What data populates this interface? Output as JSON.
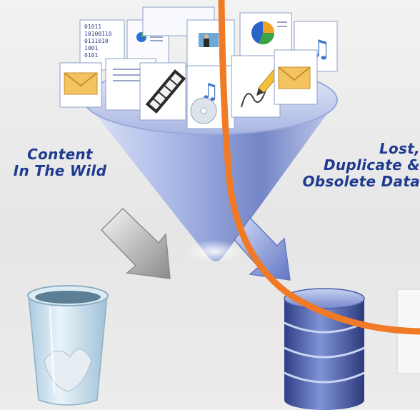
{
  "labels": {
    "content_wild": [
      "Content",
      "In The Wild"
    ],
    "lost_data": [
      "Lost,",
      "Duplicate &",
      "Obsolete Data"
    ]
  },
  "file_snippet": [
    "01011",
    "10100110",
    "0111010",
    "1001",
    "0101"
  ],
  "colors": {
    "label_text": "#1f3a8f",
    "curve": "#f07a26",
    "funnel": "#8fa0d6",
    "database": "#4a5fa8",
    "background": "#ececec"
  },
  "icons": [
    "binary-doc-icon",
    "chart-doc-icon",
    "photo-doc-icon",
    "pie-chart-doc-icon",
    "music-doc-icon",
    "email-doc-icon",
    "film-doc-icon",
    "cd-doc-icon",
    "pen-doc-icon",
    "trash-bin-icon",
    "database-icon",
    "arrow-left-icon",
    "arrow-right-icon"
  ]
}
